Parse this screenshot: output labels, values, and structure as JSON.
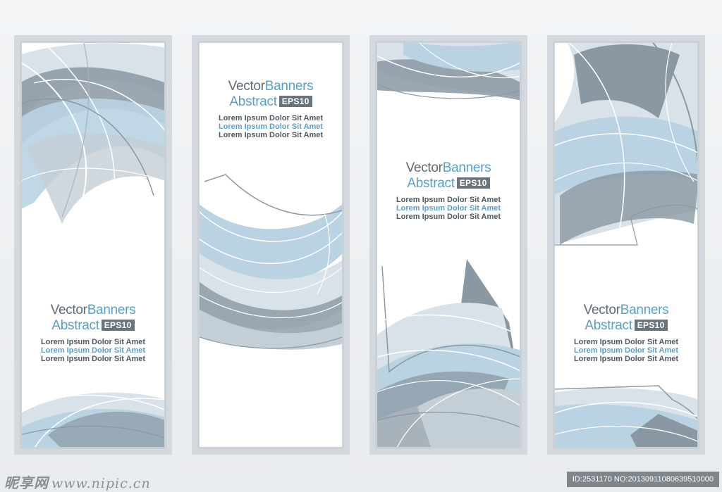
{
  "banners": [
    {
      "title_word1": "Vector",
      "title_word2": "Banners",
      "title_word3": "Abstract",
      "badge": "EPS10",
      "lorem1": "Lorem Ipsum Dolor Sit Amet",
      "lorem2": "Lorem Ipsum Dolor Sit Amet",
      "lorem3": "Lorem Ipsum Dolor Sit Amet"
    },
    {
      "title_word1": "Vector",
      "title_word2": "Banners",
      "title_word3": "Abstract",
      "badge": "EPS10",
      "lorem1": "Lorem Ipsum Dolor Sit Amet",
      "lorem2": "Lorem Ipsum Dolor Sit Amet",
      "lorem3": "Lorem Ipsum Dolor Sit Amet"
    },
    {
      "title_word1": "Vector",
      "title_word2": "Banners",
      "title_word3": "Abstract",
      "badge": "EPS10",
      "lorem1": "Lorem Ipsum Dolor Sit Amet",
      "lorem2": "Lorem Ipsum Dolor Sit Amet",
      "lorem3": "Lorem Ipsum Dolor Sit Amet"
    },
    {
      "title_word1": "Vector",
      "title_word2": "Banners",
      "title_word3": "Abstract",
      "badge": "EPS10",
      "lorem1": "Lorem Ipsum Dolor Sit Amet",
      "lorem2": "Lorem Ipsum Dolor Sit Amet",
      "lorem3": "Lorem Ipsum Dolor Sit Amet"
    }
  ],
  "watermark": {
    "brand_cn": "昵享网",
    "url": "www.nipic.cn",
    "id_text": "ID:2531170 NO:20130911080639510000"
  },
  "colors": {
    "accent_blue": "#5a9fc7",
    "text_gray": "#5f6a73",
    "shape_dark": "#8a98a3",
    "shape_light_blue": "#b9d3e3",
    "shape_pale": "#d9e2e8"
  }
}
